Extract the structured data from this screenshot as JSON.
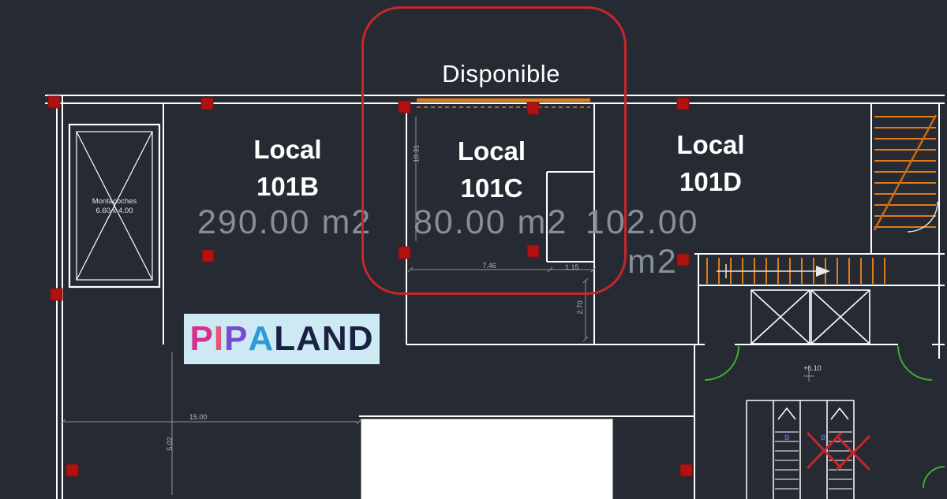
{
  "colors": {
    "background": "#262b33",
    "wall": "#ffffff",
    "stairs": "#e07b1a",
    "grip": "#b01212",
    "highlight": "#c9252a",
    "door": "#3fae29",
    "area_text": "#878e97",
    "dim_text": "#b3b9c1",
    "logo_bg": "#cde9f4",
    "logo_land": "#1b2143",
    "logo_p1": "#d6308c",
    "logo_i": "#e8557a",
    "logo_p2": "#7a4bd0",
    "logo_a": "#2e9bd6"
  },
  "highlight": {
    "status_label": "Disponible"
  },
  "units": [
    {
      "name_line1": "Local",
      "name_line2": "101B",
      "area": "290.00  m2"
    },
    {
      "name_line1": "Local",
      "name_line2": "101C",
      "area": "80.00  m2"
    },
    {
      "name_line1": "Local",
      "name_line2": "101D",
      "area": "102.00",
      "area_unit": "m2"
    }
  ],
  "montacoches": {
    "line1": "Montacoches",
    "line2": "6.60 x 4.00"
  },
  "logo": {
    "p1": "P",
    "i": "I",
    "p2": "P",
    "a": "A",
    "rest": "LAND"
  },
  "dimensions": {
    "local_c_width": "7.46",
    "closet_width": "1.15",
    "closet_height": "2.70",
    "plan_width": "15.00",
    "level_mark": "+6.10",
    "left_height": "5.02",
    "local_c_height": "10.31",
    "stair_label_1": "B",
    "stair_label_2": "B"
  }
}
